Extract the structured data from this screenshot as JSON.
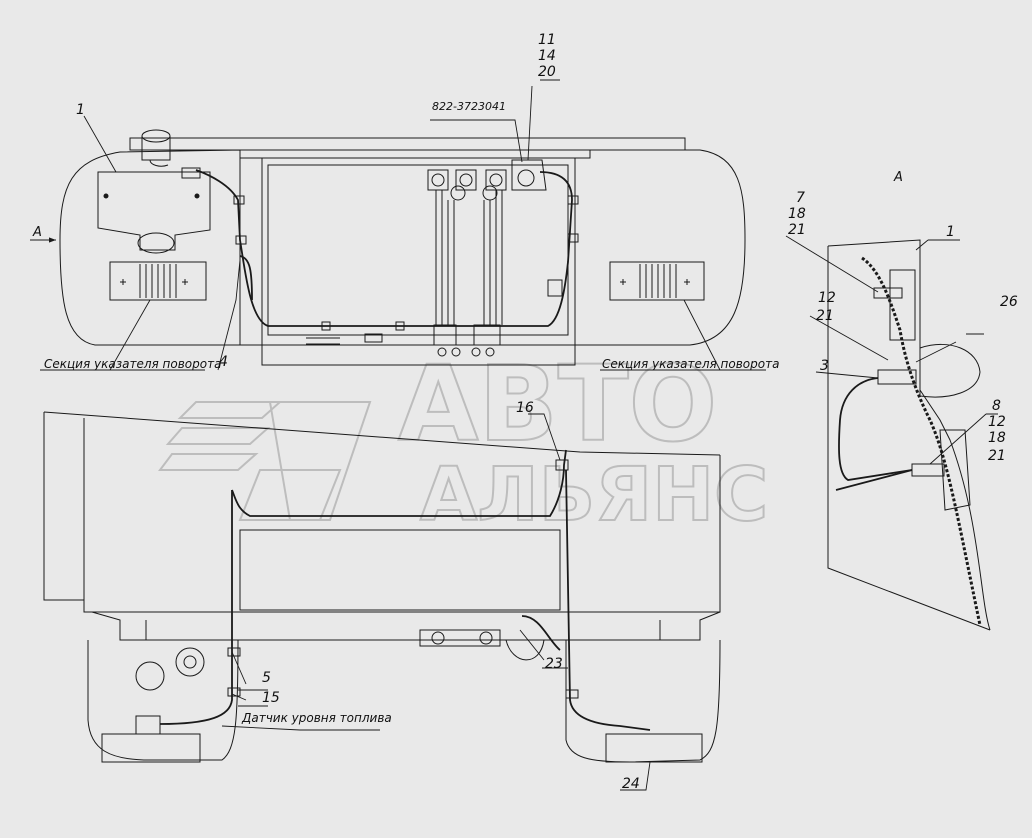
{
  "title_code": "822-3723041",
  "view_label": "A",
  "callouts": {
    "c1": "1",
    "c4": "4",
    "c5": "5",
    "c15": "15",
    "c16": "16",
    "c23": "23",
    "c24": "24",
    "c11": "11",
    "c14": "14",
    "c20": "20",
    "d7": "7",
    "d18a": "18",
    "d21a": "21",
    "d1": "1",
    "d26": "26",
    "d12a": "12",
    "d21b": "21",
    "d3": "3",
    "d8": "8",
    "d12b": "12",
    "d18b": "18",
    "d21c": "21"
  },
  "labels": {
    "turn_section_left": "Секция указателя поворота",
    "turn_section_right": "Секция указателя поворота",
    "fuel_sensor": "Датчик уровня топлива"
  },
  "watermark": {
    "line1": "АВТО",
    "line2": "АЛЬЯНС"
  },
  "colors": {
    "background": "#e9e9e9",
    "line": "#1a1a1a",
    "watermark": "#9a9a9a"
  }
}
